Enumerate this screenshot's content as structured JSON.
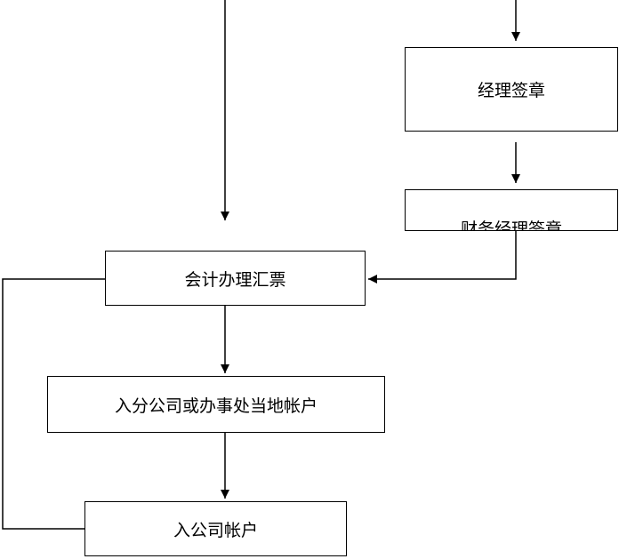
{
  "diagram": {
    "nodes": {
      "manager_sign": {
        "label": "经理签章"
      },
      "finance_manager_sign": {
        "label": "财务经理签章"
      },
      "accounting_draft": {
        "label": "会计办理汇票"
      },
      "branch_account": {
        "label": "入分公司或办事处当地帐户"
      },
      "company_account": {
        "label": "入公司帐户"
      }
    },
    "edges": [
      {
        "from": "incoming-left",
        "to": "accounting_draft"
      },
      {
        "from": "incoming-right",
        "to": "manager_sign"
      },
      {
        "from": "manager_sign",
        "to": "finance_manager_sign"
      },
      {
        "from": "finance_manager_sign",
        "to": "accounting_draft"
      },
      {
        "from": "accounting_draft",
        "to": "branch_account"
      },
      {
        "from": "branch_account",
        "to": "company_account"
      },
      {
        "from": "accounting_draft",
        "to": "company_account"
      }
    ],
    "colors": {
      "line": "#000000",
      "background": "#ffffff"
    }
  }
}
